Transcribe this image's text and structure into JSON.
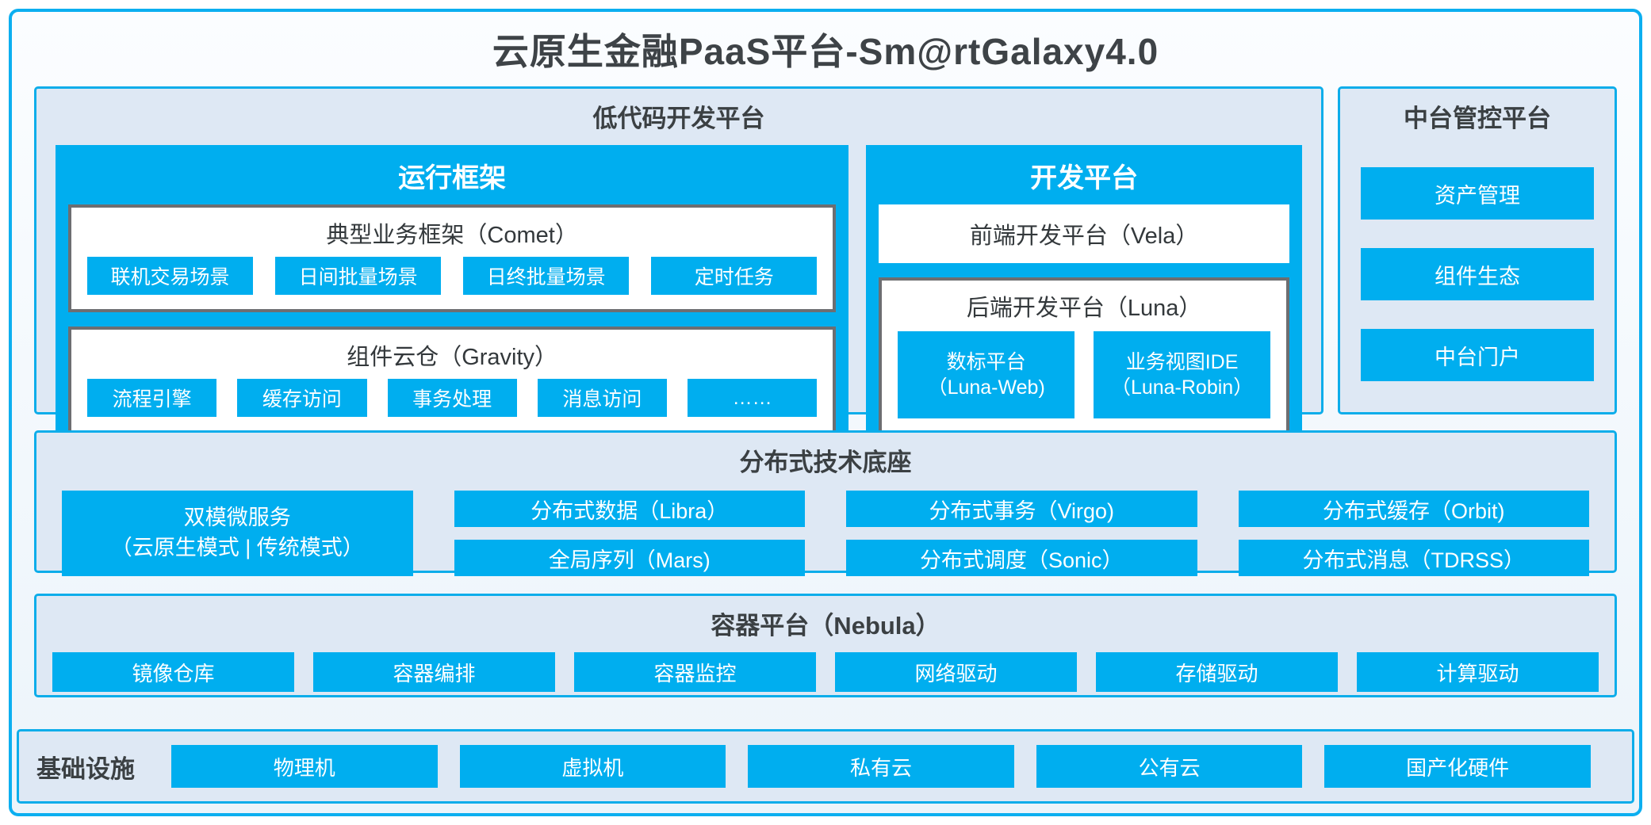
{
  "title": "云原生金融PaaS平台-Sm@rtGalaxy4.0",
  "colors": {
    "accent": "#00AEEF",
    "section_bg": "#DEE8F4",
    "section_border": "#0DADEA",
    "frame_border": "#0CAFF0",
    "box_border": "#6D6E71",
    "dark_text": "#3B4043"
  },
  "low_code": {
    "title": "低代码开发平台",
    "runtime": {
      "title": "运行框架",
      "comet": {
        "title": "典型业务框架（Comet）",
        "items": [
          "联机交易场景",
          "日间批量场景",
          "日终批量场景",
          "定时任务"
        ]
      },
      "gravity": {
        "title": "组件云仓（Gravity）",
        "items": [
          "流程引擎",
          "缓存访问",
          "事务处理",
          "消息访问",
          "……"
        ]
      }
    },
    "dev": {
      "title": "开发平台",
      "vela": "前端开发平台（Vela）",
      "luna": {
        "title": "后端开发平台（Luna）",
        "items": [
          {
            "line1": "数标平台",
            "line2": "（Luna-Web)"
          },
          {
            "line1": "业务视图IDE",
            "line2": "（Luna-Robin）"
          }
        ]
      }
    }
  },
  "mid_platform": {
    "title": "中台管控平台",
    "items": [
      "资产管理",
      "组件生态",
      "中台门户"
    ]
  },
  "distributed": {
    "title": "分布式技术底座",
    "dual_mode": {
      "line1": "双模微服务",
      "line2": "（云原生模式 | 传统模式）"
    },
    "cells": {
      "r1c2": "分布式数据（Libra）",
      "r1c3": "分布式事务（Virgo)",
      "r1c4": "分布式缓存（Orbit)",
      "r2c2": "全局序列（Mars)",
      "r2c3": "分布式调度（Sonic）",
      "r2c4": "分布式消息（TDRSS）"
    }
  },
  "container_platform": {
    "title": "容器平台（Nebula）",
    "items": [
      "镜像仓库",
      "容器编排",
      "容器监控",
      "网络驱动",
      "存储驱动",
      "计算驱动"
    ]
  },
  "infrastructure": {
    "title": "基础设施",
    "items": [
      "物理机",
      "虚拟机",
      "私有云",
      "公有云",
      "国产化硬件"
    ]
  }
}
